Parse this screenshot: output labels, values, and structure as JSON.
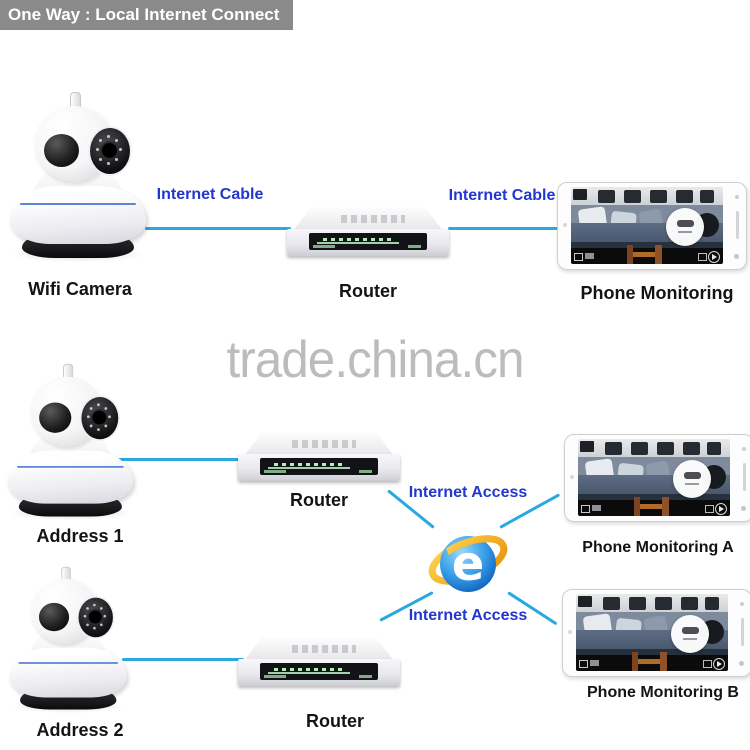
{
  "header": {
    "title": "One Way : Local Internet Connect"
  },
  "watermark": {
    "text": "trade.china.cn"
  },
  "colors": {
    "header_background": "#8a8a8a",
    "header_text": "#ffffff",
    "watermark_text": "#bcbcbc",
    "connection_line": "#2aa9e0",
    "connection_text": "#2336cf",
    "label_text": "#141414",
    "ie_blue": "#1e7fd6",
    "ie_gold": "#f2a50c"
  },
  "section_one": {
    "camera": {
      "label": "Wifi Camera"
    },
    "link_left": {
      "label": "Internet Cable"
    },
    "router": {
      "label": "Router"
    },
    "link_right": {
      "label": "Internet Cable"
    },
    "phone": {
      "label": "Phone Monitoring"
    }
  },
  "section_multi": {
    "camera_a": {
      "label": "Address 1"
    },
    "router_a": {
      "label": "Router"
    },
    "camera_b": {
      "label": "Address 2"
    },
    "router_b": {
      "label": "Router"
    },
    "internet": {
      "icon": "internet-explorer-icon",
      "letter": "e"
    },
    "access_top": {
      "label": "Internet Access"
    },
    "access_bottom": {
      "label": "Internet Access"
    },
    "phone_a": {
      "label": "Phone Monitoring A"
    },
    "phone_b": {
      "label": "Phone Monitoring B"
    }
  }
}
